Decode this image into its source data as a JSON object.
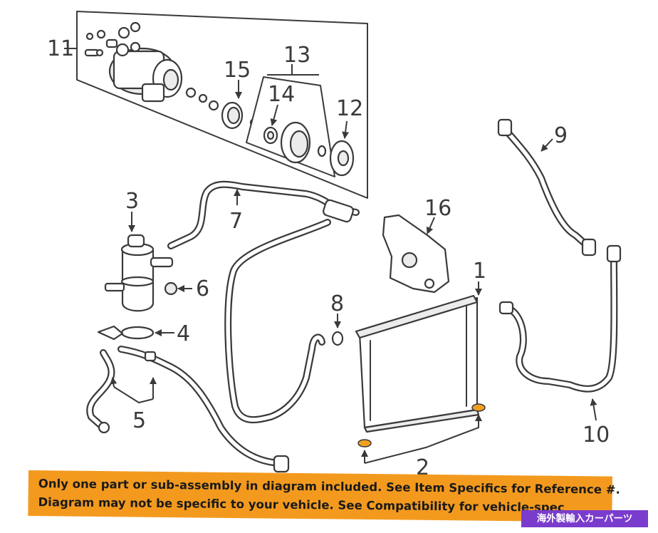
{
  "callouts": {
    "c1": "1",
    "c2": "2",
    "c3": "3",
    "c4": "4",
    "c5": "5",
    "c6": "6",
    "c7": "7",
    "c8": "8",
    "c9": "9",
    "c10": "10",
    "c11": "11",
    "c12": "12",
    "c13": "13",
    "c14": "14",
    "c15": "15",
    "c16": "16"
  },
  "disclaimer": {
    "line1": "Only one part or sub-assembly in diagram included. See Item Specifics for Reference #.",
    "line2": "Diagram may not be specific to your vehicle. See Compatibility for vehicle-spec"
  },
  "badge": {
    "label": "海外製輸入カーパーツ"
  },
  "colors": {
    "accent_orange": "#f39a1e",
    "badge_purple": "#7a3ccd",
    "gasket": "#f0a020",
    "line": "#3a3a3a"
  }
}
